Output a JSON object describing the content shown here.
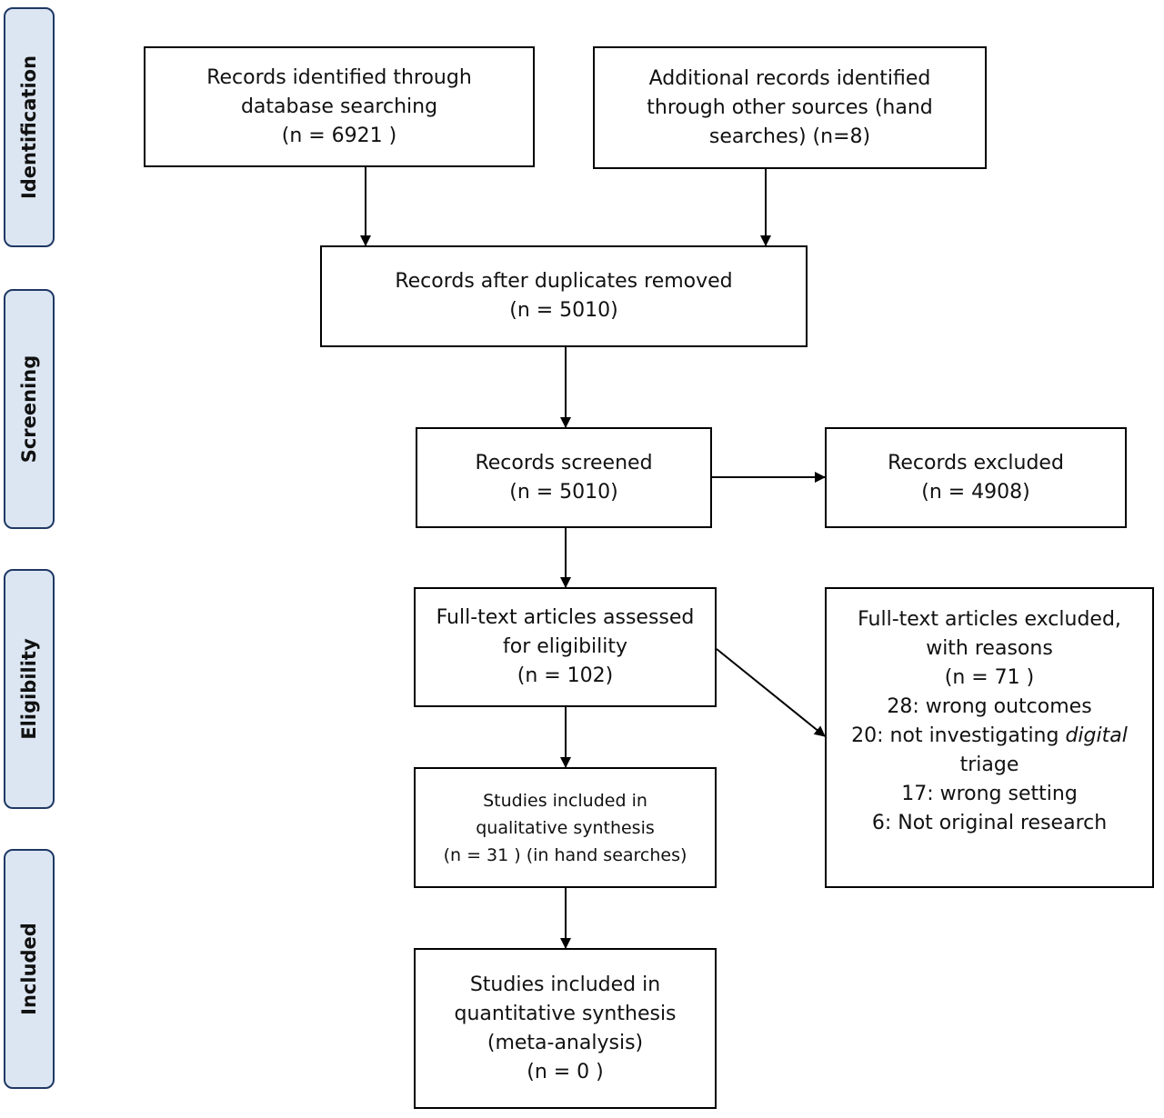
{
  "stages": {
    "identification": "Identification",
    "screening": "Screening",
    "eligibility": "Eligibility",
    "included": "Included"
  },
  "boxes": {
    "database_search": {
      "line1": "Records identified through",
      "line2": "database searching",
      "line3": "(n = 6921 )"
    },
    "other_sources": {
      "line1": "Additional records identified",
      "line2": "through other sources (hand",
      "line3": "searches) (n=8)"
    },
    "duplicates_removed": {
      "line1": "Records after duplicates removed",
      "line2": "(n = 5010)"
    },
    "screened": {
      "line1": "Records screened",
      "line2": "(n = 5010)"
    },
    "excluded": {
      "line1": "Records excluded",
      "line2": "(n = 4908)"
    },
    "full_text_assessed": {
      "line1": "Full-text articles assessed",
      "line2": "for eligibility",
      "line3": "(n = 102)"
    },
    "full_text_excluded": {
      "line1": "Full-text articles excluded,",
      "line2": "with reasons",
      "line3": "(n =  71 )",
      "reason1": "28: wrong outcomes",
      "reason2_prefix": "20: not investigating ",
      "reason2_emph": "digital",
      "reason2_cont": "triage",
      "reason3": "17: wrong setting",
      "reason4": "6: Not original research"
    },
    "qualitative": {
      "line1": "Studies included in",
      "line2": "qualitative synthesis",
      "line3": "(n = 31 ) (in hand searches)"
    },
    "quantitative": {
      "line1": "Studies included in",
      "line2": "quantitative synthesis",
      "line3": "(meta-analysis)",
      "line4": "(n = 0  )"
    }
  }
}
